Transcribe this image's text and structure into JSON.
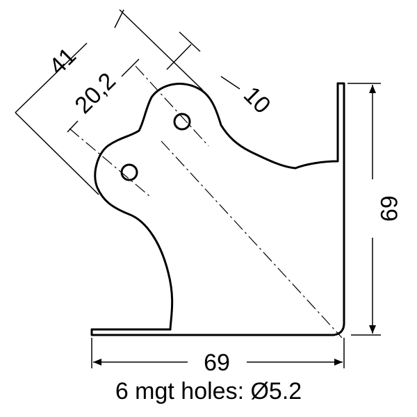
{
  "dimensions": {
    "overall_diagonal": "41",
    "hole_spacing": "20,2",
    "edge_offset": "10",
    "right_height": "69",
    "bottom_width": "69"
  },
  "note": "6 mgt holes: Ø5.2"
}
